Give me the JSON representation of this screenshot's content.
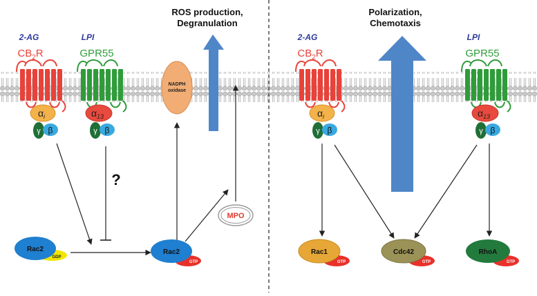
{
  "left_panel": {
    "title_line1": "ROS production,",
    "title_line2": "Degranulation",
    "ligand_cb2": "2-AG",
    "receptor_cb2_base": "CB",
    "receptor_cb2_sub": "2",
    "receptor_cb2_tail": "R",
    "ligand_gpr55": "LPI",
    "receptor_gpr55": "GPR55",
    "g_alpha_i": "α",
    "g_alpha_i_sub": "i",
    "g_alpha_13": "α",
    "g_alpha_13_sub": "13",
    "g_gamma": "γ",
    "g_beta": "β",
    "nadph_line1": "NADPH",
    "nadph_line2": "oxidase",
    "question": "?",
    "mpo": "MPO",
    "rac2_inactive": "Rac2",
    "gdp": "GDP",
    "rac2_active": "Rac2",
    "gtp": "GTP"
  },
  "right_panel": {
    "title_line1": "Polarization,",
    "title_line2": "Chemotaxis",
    "ligand_cb2": "2-AG",
    "receptor_cb2_base": "CB",
    "receptor_cb2_sub": "2",
    "receptor_cb2_tail": "R",
    "ligand_gpr55": "LPI",
    "receptor_gpr55": "GPR55",
    "g_alpha_i": "α",
    "g_alpha_i_sub": "i",
    "g_alpha_13": "α",
    "g_alpha_13_sub": "13",
    "g_gamma": "γ",
    "g_beta": "β",
    "rac1": "Rac1",
    "cdc42": "Cdc42",
    "rhoa": "RhoA",
    "gtp": "GTP"
  },
  "colors": {
    "ligand_blue": "#2e3a9a",
    "cb2_red": "#e8423a",
    "gpr55_green": "#2f9c3a",
    "membrane": "#bdbdbd",
    "arrow_blue": "#4f86c8",
    "alpha_i": "#f3b24a",
    "alpha_13": "#e84a3e",
    "gamma": "#1f6f36",
    "beta": "#3aa9e0",
    "rac2": "#1f7fd0",
    "gdp": "#f2e500",
    "gtp": "#e8312a",
    "nadph": "#f1ad74",
    "mpo": "#e23a2e",
    "rac1": "#e7a736",
    "cdc42": "#9b9257",
    "rhoa": "#237a3d"
  }
}
